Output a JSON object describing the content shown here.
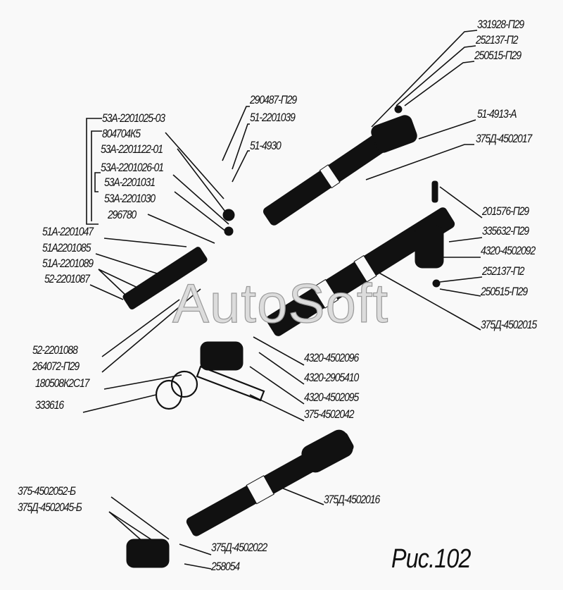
{
  "figure_caption": "Рис.102",
  "watermark": "AutoSoft",
  "labels": {
    "l01": "331928-П29",
    "l02": "252137-П2",
    "l03": "250515-П29",
    "l04": "51-4913-А",
    "l05": "375Д-4502017",
    "l06": "290487-П29",
    "l07": "51-2201039",
    "l08": "51-4930",
    "l09": "53А-2201025-03",
    "l10": "804704К5",
    "l11": "53А-2201122-01",
    "l12": "53А-2201026-01",
    "l13": "53А-2201031",
    "l14": "53А-2201030",
    "l15": "296780",
    "l16": "51А-2201047",
    "l17": "51А2201085",
    "l18": "51А-2201089",
    "l19": "52-2201087",
    "l20": "201576-П29",
    "l21": "335632-П29",
    "l22": "4320-4502092",
    "l23": "252137-П2",
    "l24": "250515-П29",
    "l25": "375Д-4502015",
    "l26": "52-2201088",
    "l27": "264072-П29",
    "l28": "180508К2С17",
    "l29": "333616",
    "l30": "4320-4502096",
    "l31": "4320-2905410",
    "l32": "4320-4502095",
    "l33": "375-4502042",
    "l34": "375-4502052-Б",
    "l35": "375Д-4502045-Б",
    "l36": "375Д-4502016",
    "l37": "375Д-4502022",
    "l38": "258054"
  }
}
